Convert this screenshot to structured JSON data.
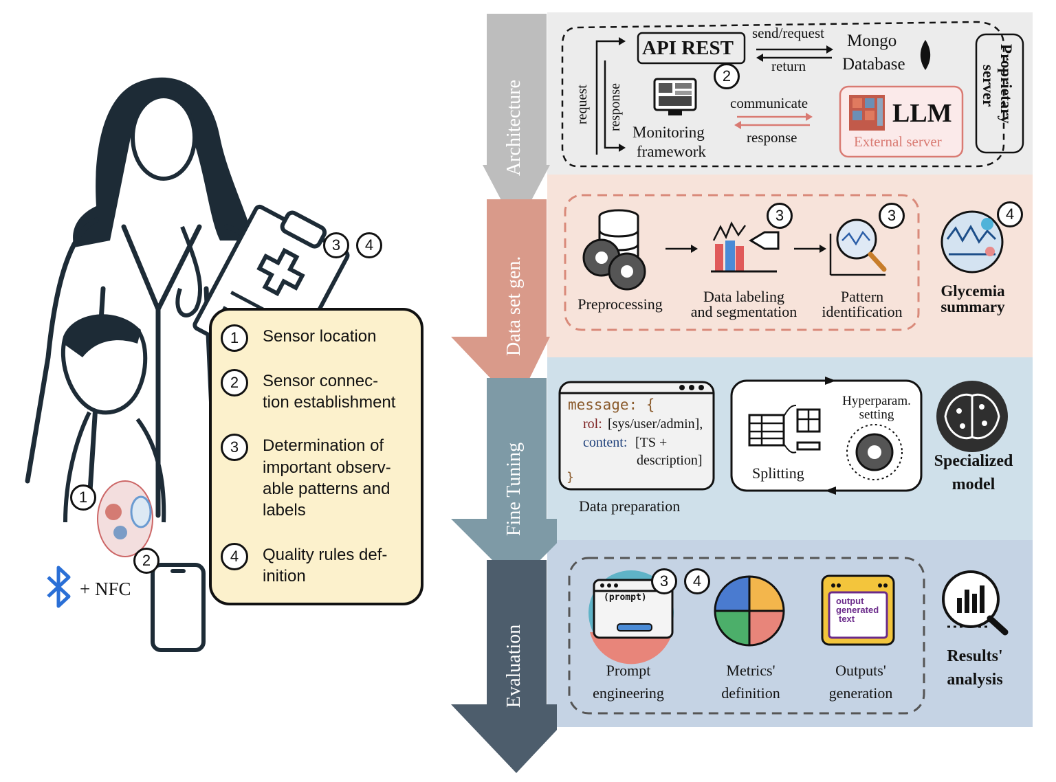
{
  "stages": {
    "architecture": "Architecture",
    "dataset": "Data set gen.",
    "finetuning": "Fine Tuning",
    "evaluation": "Evaluation"
  },
  "architecture": {
    "api": "API REST",
    "send_request": "send/request",
    "return": "return",
    "mongo1": "Mongo",
    "mongo2": "Database",
    "request": "request",
    "response_vertical": "response",
    "monitoring1": "Monitoring",
    "monitoring2": "framework",
    "communicate": "communicate",
    "response": "response",
    "llm": "LLM",
    "external": "External server",
    "proprietary1": "Proprietary",
    "proprietary2": "server"
  },
  "dataset": {
    "preprocessing": "Preprocessing",
    "labeling1": "Data labeling",
    "labeling2": "and segmentation",
    "pattern1": "Pattern",
    "pattern2": "identification",
    "glycemia1": "Glycemia",
    "glycemia2": "summary"
  },
  "finetuning": {
    "code_line1": "message: {",
    "code_rol_key": "rol:",
    "code_rol_val": "[sys/user/admin],",
    "code_content_key": "content:",
    "code_content_val": "[TS +",
    "code_line4": "description]",
    "code_close": "}",
    "data_prep": "Data preparation",
    "hyper1": "Hyperparam.",
    "hyper2": "setting",
    "splitting": "Splitting",
    "specialized1": "Specialized",
    "specialized2": "model"
  },
  "evaluation": {
    "prompt_icon": "(prompt)",
    "prompt1": "Prompt",
    "prompt2": "engineering",
    "metrics1": "Metrics'",
    "metrics2": "definition",
    "output_icon1": "output",
    "output_icon2": "generated",
    "output_icon3": "text",
    "outputs1": "Outputs'",
    "outputs2": "generation",
    "results1": "Results'",
    "results2": "analysis"
  },
  "markers": {
    "m1": "1",
    "m2": "2",
    "m3": "3",
    "m4": "4"
  },
  "left": {
    "nfc": "+ NFC"
  },
  "legend": [
    {
      "num": "1",
      "lines": [
        "Sensor location"
      ]
    },
    {
      "num": "2",
      "lines": [
        "Sensor  connec-",
        "tion establishment"
      ]
    },
    {
      "num": "3",
      "lines": [
        "Determination of",
        "important observ-",
        "able patterns and",
        "labels"
      ]
    },
    {
      "num": "4",
      "lines": [
        "Quality rules def-",
        "inition"
      ]
    }
  ],
  "colors": {
    "architecture": "#bdbdbd",
    "dataset": "#d99a8a",
    "finetuning": "#7e9aa6",
    "evaluation": "#4d5d6c",
    "legend_bg": "#fcf1cc",
    "llm_red": "#d97a72"
  }
}
